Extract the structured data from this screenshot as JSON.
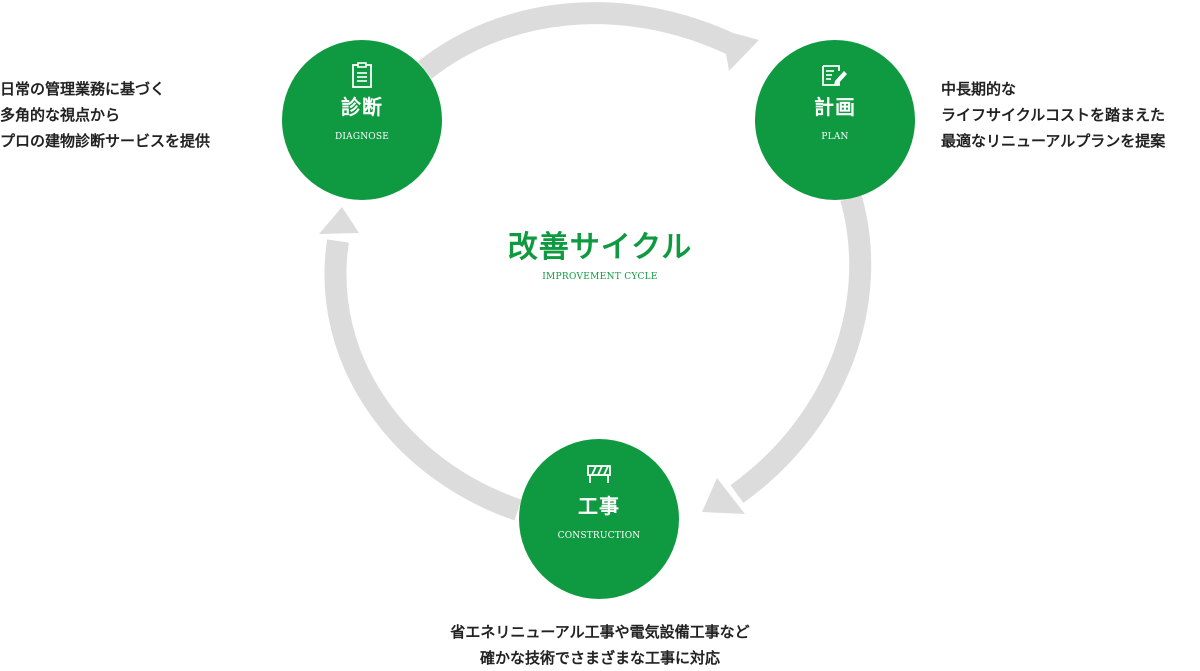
{
  "diagram": {
    "center": {
      "title": "改善サイクル",
      "subtitle": "IMPROVEMENT CYCLE"
    },
    "nodes": {
      "diagnose": {
        "label": "診断",
        "sublabel": "DIAGNOSE",
        "icon": "clipboard-icon",
        "description": [
          "日常の管理業務に基づく",
          "多角的な視点から",
          "プロの建物診断サービスを提供"
        ]
      },
      "plan": {
        "label": "計画",
        "sublabel": "PLAN",
        "icon": "document-pencil-icon",
        "description": [
          "中長期的な",
          "ライフサイクルコストを踏まえた",
          "最適なリニューアルプランを提案"
        ]
      },
      "construction": {
        "label": "工事",
        "sublabel": "CONSTRUCTION",
        "icon": "barrier-icon",
        "description": [
          "省エネリニューアル工事や電気設備工事など",
          "確かな技術でさまざまな工事に対応"
        ]
      }
    },
    "colors": {
      "accent": "#0f9a41",
      "arrow": "#dcdcdc",
      "text": "#222222"
    }
  }
}
